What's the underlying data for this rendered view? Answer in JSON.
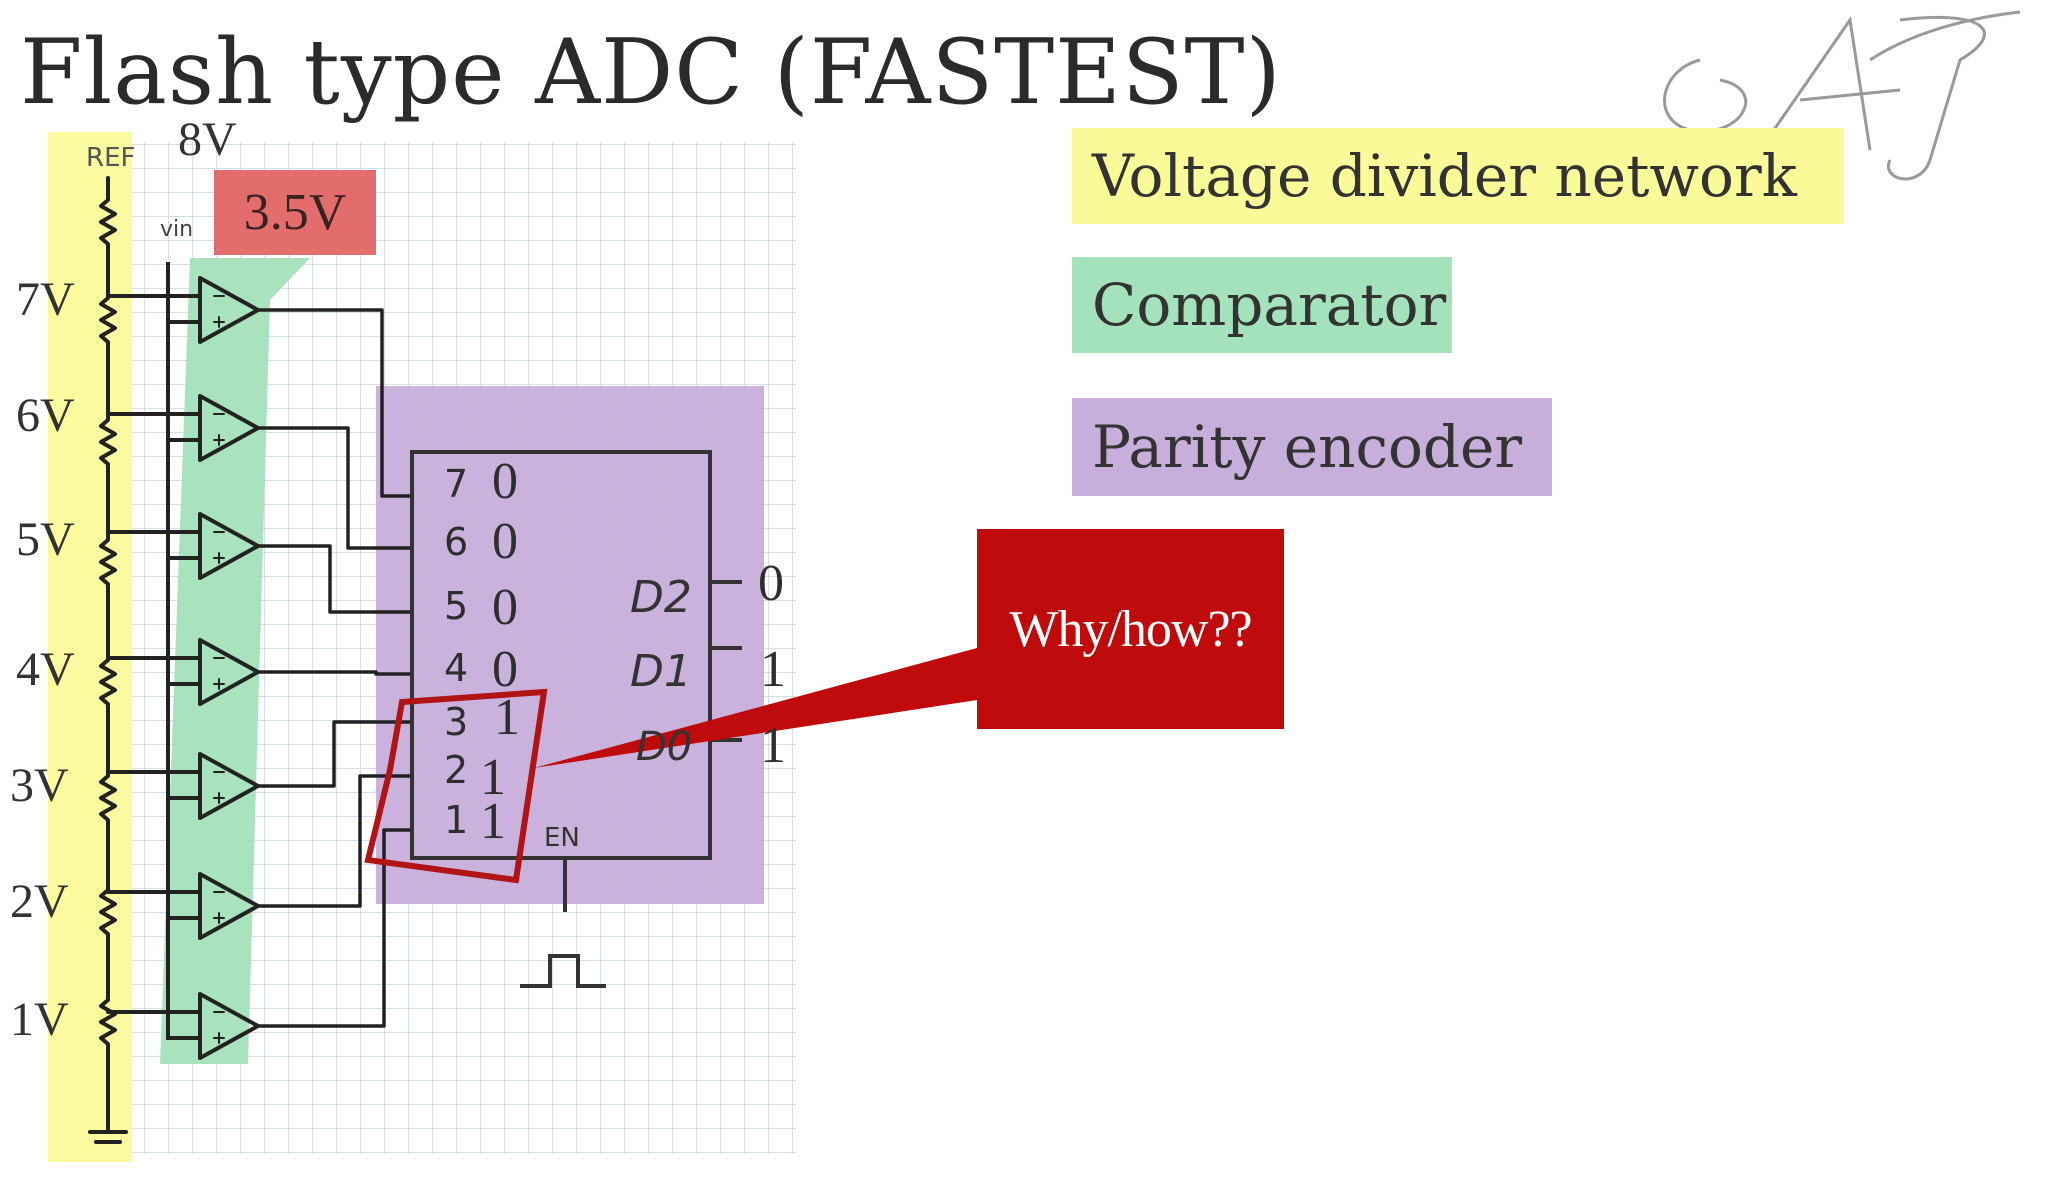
{
  "title": "Flash type ADC (FASTEST)",
  "ref_label": "REF",
  "ref_voltage": "8V",
  "vin_label": "vin",
  "vin_value": "3.5V",
  "tap_voltages": [
    "7V",
    "6V",
    "5V",
    "4V",
    "3V",
    "2V",
    "1V"
  ],
  "encoder": {
    "input_numbers": [
      "7",
      "6",
      "5",
      "4",
      "3",
      "2",
      "1"
    ],
    "input_values": [
      "0",
      "0",
      "0",
      "0",
      "1",
      "1",
      "1"
    ],
    "output_labels": [
      "D2",
      "D1",
      "D0"
    ],
    "output_values": [
      "0",
      "1",
      "1"
    ],
    "enable_label": "EN"
  },
  "legend": {
    "divider": "Voltage divider network",
    "comparator": "Comparator",
    "encoder": "Parity encoder"
  },
  "callout": "Why/how??",
  "watermark": "AJ",
  "colors": {
    "divider": "#fbfa99",
    "comparator": "#a3e2bb",
    "encoder": "#c7aedb",
    "callout": "#bf0b0b",
    "vin_highlight": "#e36c6c"
  }
}
